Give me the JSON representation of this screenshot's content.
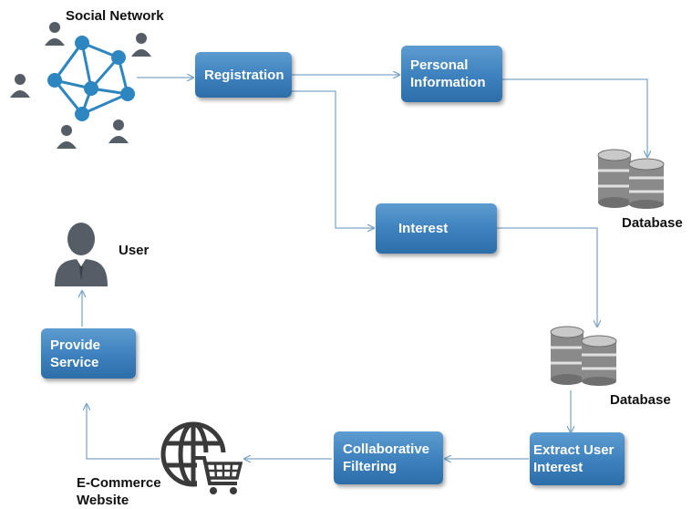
{
  "labels": {
    "social_network": "Social Network",
    "user": "User",
    "database_top": "Database",
    "database_bottom": "Database",
    "ecommerce_line1": "E-Commerce",
    "ecommerce_line2": "Website"
  },
  "boxes": {
    "registration": "Registration",
    "personal_info_line1": "Personal",
    "personal_info_line2": "Information",
    "interest": "Interest",
    "provide_service_line1": "Provide",
    "provide_service_line2": "Service",
    "collab_line1": "Collaborative",
    "collab_line2": "Filtering",
    "extract_line1": "Extract User",
    "extract_line2": "Interest"
  },
  "colors": {
    "box_fill": "#3c80bd",
    "connector": "#7fa7c9",
    "network_node": "#2e86c1",
    "person_icon": "#555e66",
    "database": "#8a8a8a"
  }
}
